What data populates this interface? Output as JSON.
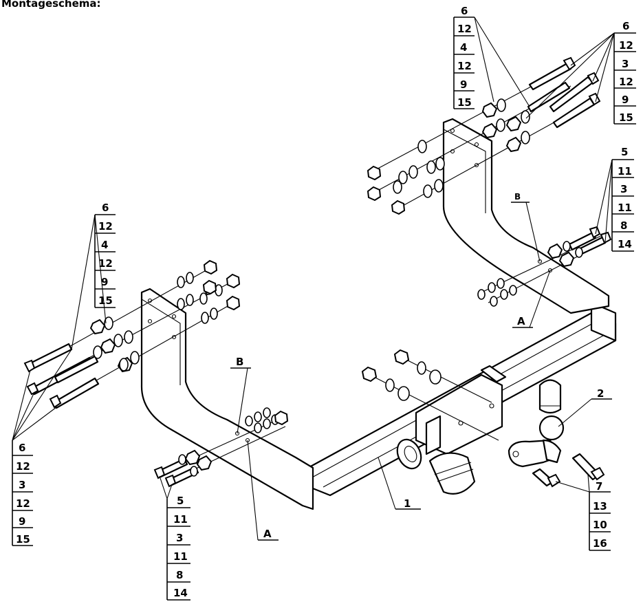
{
  "title": "Montageschema:",
  "stacks": {
    "top_left": [
      "6",
      "12",
      "4",
      "12",
      "9",
      "15"
    ],
    "top_right": [
      "6",
      "12",
      "3",
      "12",
      "9",
      "15"
    ],
    "right_mid": [
      "5",
      "11",
      "3",
      "11",
      "8",
      "14"
    ],
    "left_upper": [
      "6",
      "12",
      "4",
      "12",
      "9",
      "15"
    ],
    "left_lower": [
      "6",
      "12",
      "3",
      "12",
      "9",
      "15"
    ],
    "bottom_mid": [
      "5",
      "11",
      "3",
      "11",
      "8",
      "14"
    ],
    "bottom_right": [
      "7",
      "13",
      "10",
      "16"
    ]
  },
  "labels": {
    "part1": "1",
    "part2": "2",
    "point_a_left": "A",
    "point_b_left": "B",
    "point_a_right": "A",
    "point_b_right": "B"
  }
}
